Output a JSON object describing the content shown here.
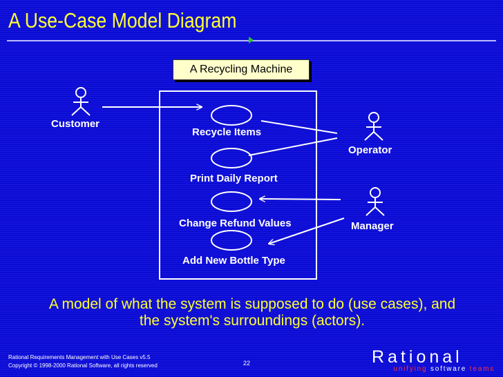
{
  "slide": {
    "title": "A Use-Case Model Diagram",
    "subtitle": "A model of what the system is supposed to do (use cases), and the system's surroundings (actors)."
  },
  "diagram": {
    "system_name": "A Recycling Machine",
    "actors": [
      "Customer",
      "Operator",
      "Manager"
    ],
    "use_cases": [
      "Recycle Items",
      "Print Daily Report",
      "Change Refund Values",
      "Add New Bottle Type"
    ]
  },
  "footer": {
    "course": "Rational Requirements Management with Use Cases v5.5",
    "copyright": "Copyright © 1998-2000 Rational Software, all rights reserved",
    "page_number": "22"
  },
  "logo": {
    "word": "Rational",
    "tagline_a": "unifying",
    "tagline_b": "software",
    "tagline_c": "teams"
  },
  "colors": {
    "background": "#0a0ad6",
    "title": "#ffff33",
    "accent": "#22cc22",
    "lines": "#ffffff",
    "label_box": "#ffffcc"
  }
}
